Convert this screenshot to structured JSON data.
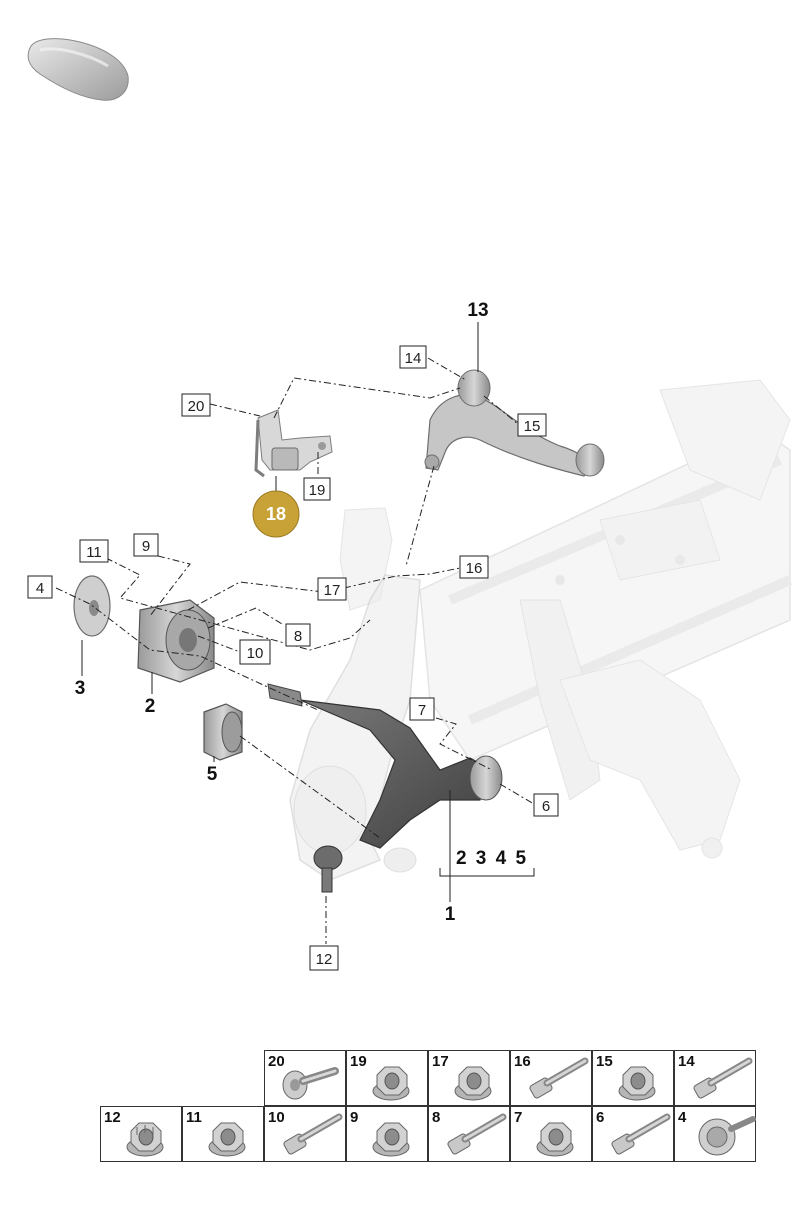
{
  "diagram": {
    "badge_number": "18",
    "callouts": {
      "c20": "20",
      "c19": "19",
      "c14": "14",
      "c15": "15",
      "c16": "16",
      "c17": "17",
      "c11": "11",
      "c9": "9",
      "c4": "4",
      "c8": "8",
      "c10": "10",
      "c7": "7",
      "c6": "6",
      "c12": "12"
    },
    "bold_labels": {
      "b13": "13",
      "b3": "3",
      "b2": "2",
      "b5": "5",
      "b1": "1"
    },
    "group_label": "2 3 4 5",
    "colors": {
      "badge": "#c8a236",
      "part_grey": "#c9c9c9",
      "arm_dark": "#5a5a5a"
    }
  },
  "hardware": {
    "row1": [
      {
        "num": "20",
        "icon": "flange-bolt-icon"
      },
      {
        "num": "19",
        "icon": "hex-nut-icon"
      },
      {
        "num": "17",
        "icon": "hex-nut-icon"
      },
      {
        "num": "16",
        "icon": "long-bolt-icon"
      },
      {
        "num": "15",
        "icon": "hex-nut-icon"
      },
      {
        "num": "14",
        "icon": "long-bolt-icon"
      }
    ],
    "row2": [
      {
        "num": "12",
        "icon": "castle-nut-icon"
      },
      {
        "num": "11",
        "icon": "hex-nut-icon"
      },
      {
        "num": "10",
        "icon": "long-bolt-icon"
      },
      {
        "num": "9",
        "icon": "flange-nut-icon"
      },
      {
        "num": "8",
        "icon": "long-bolt-icon"
      },
      {
        "num": "7",
        "icon": "hex-nut-icon"
      },
      {
        "num": "6",
        "icon": "long-bolt-icon"
      },
      {
        "num": "4",
        "icon": "large-bolt-icon"
      }
    ]
  }
}
